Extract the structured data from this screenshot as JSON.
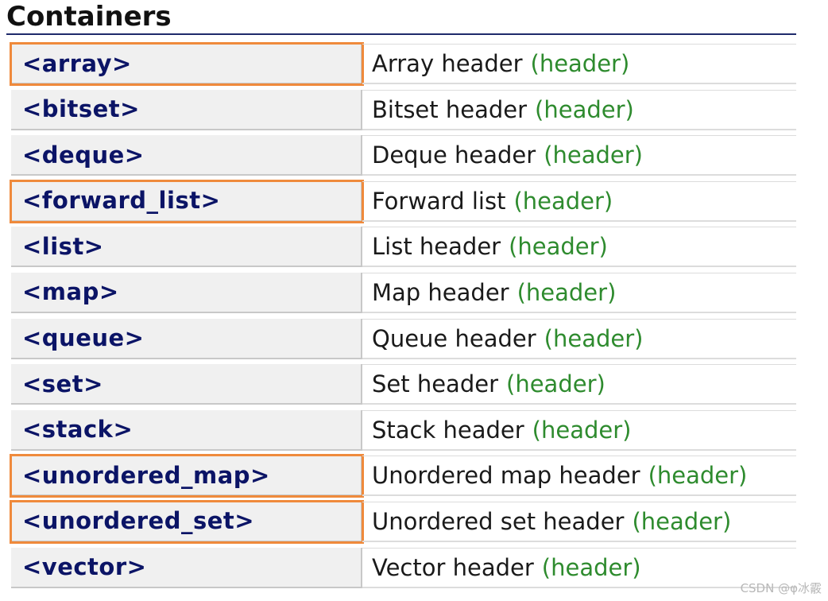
{
  "page": {
    "title": "Containers",
    "accent_color": "#1e2a6b",
    "highlight_color": "#ef8a3c",
    "link_color": "#0b1466",
    "tag_color": "#2e8b2e",
    "watermark": "CSDN @φ冰霰"
  },
  "rows": [
    {
      "name": "<array>",
      "description": "Array header",
      "tag": "(header)",
      "highlighted": true
    },
    {
      "name": "<bitset>",
      "description": "Bitset header",
      "tag": "(header)",
      "highlighted": false
    },
    {
      "name": "<deque>",
      "description": "Deque header",
      "tag": "(header)",
      "highlighted": false
    },
    {
      "name": "<forward_list>",
      "description": "Forward list",
      "tag": "(header)",
      "highlighted": true
    },
    {
      "name": "<list>",
      "description": "List header",
      "tag": "(header)",
      "highlighted": false
    },
    {
      "name": "<map>",
      "description": "Map header",
      "tag": "(header)",
      "highlighted": false
    },
    {
      "name": "<queue>",
      "description": "Queue header",
      "tag": "(header)",
      "highlighted": false
    },
    {
      "name": "<set>",
      "description": "Set header",
      "tag": "(header)",
      "highlighted": false
    },
    {
      "name": "<stack>",
      "description": "Stack header",
      "tag": "(header)",
      "highlighted": false
    },
    {
      "name": "<unordered_map>",
      "description": "Unordered map header",
      "tag": "(header)",
      "highlighted": true
    },
    {
      "name": "<unordered_set>",
      "description": "Unordered set header",
      "tag": "(header)",
      "highlighted": true
    },
    {
      "name": "<vector>",
      "description": "Vector header",
      "tag": "(header)",
      "highlighted": false
    }
  ]
}
